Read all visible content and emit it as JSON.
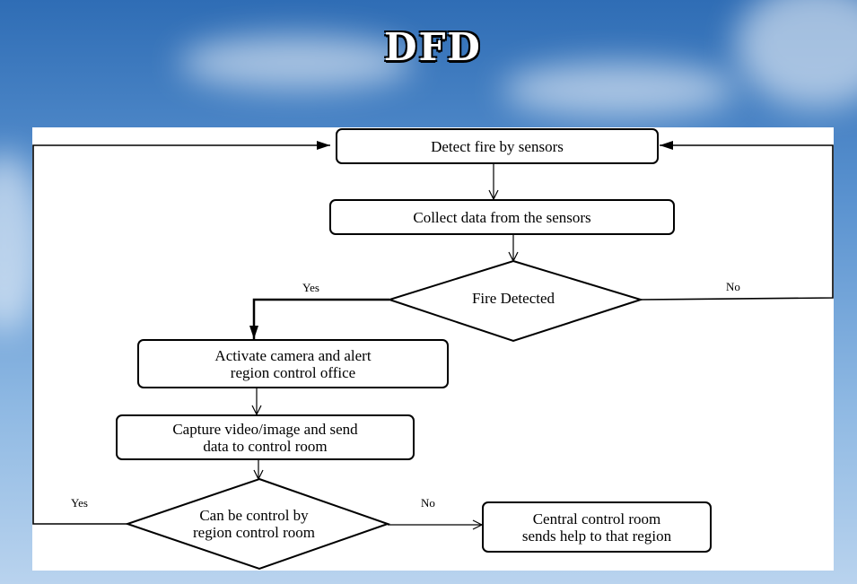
{
  "slide": {
    "title": "DFD"
  },
  "diagram": {
    "nodes": {
      "detect": "Detect fire by sensors",
      "collect": "Collect data from the sensors",
      "decision_fire": "Fire Detected",
      "activate": "Activate camera and alert\nregion control office",
      "capture": "Capture video/image and send\ndata to control room",
      "decision_region": "Can be control by\nregion control room",
      "central": "Central control room\nsends help to that region"
    },
    "edges": {
      "fire_yes": "Yes",
      "fire_no": "No",
      "region_yes": "Yes",
      "region_no": "No"
    }
  },
  "colors": {
    "sky": "#5b93d0",
    "panel": "#ffffff",
    "ink": "#000000"
  }
}
